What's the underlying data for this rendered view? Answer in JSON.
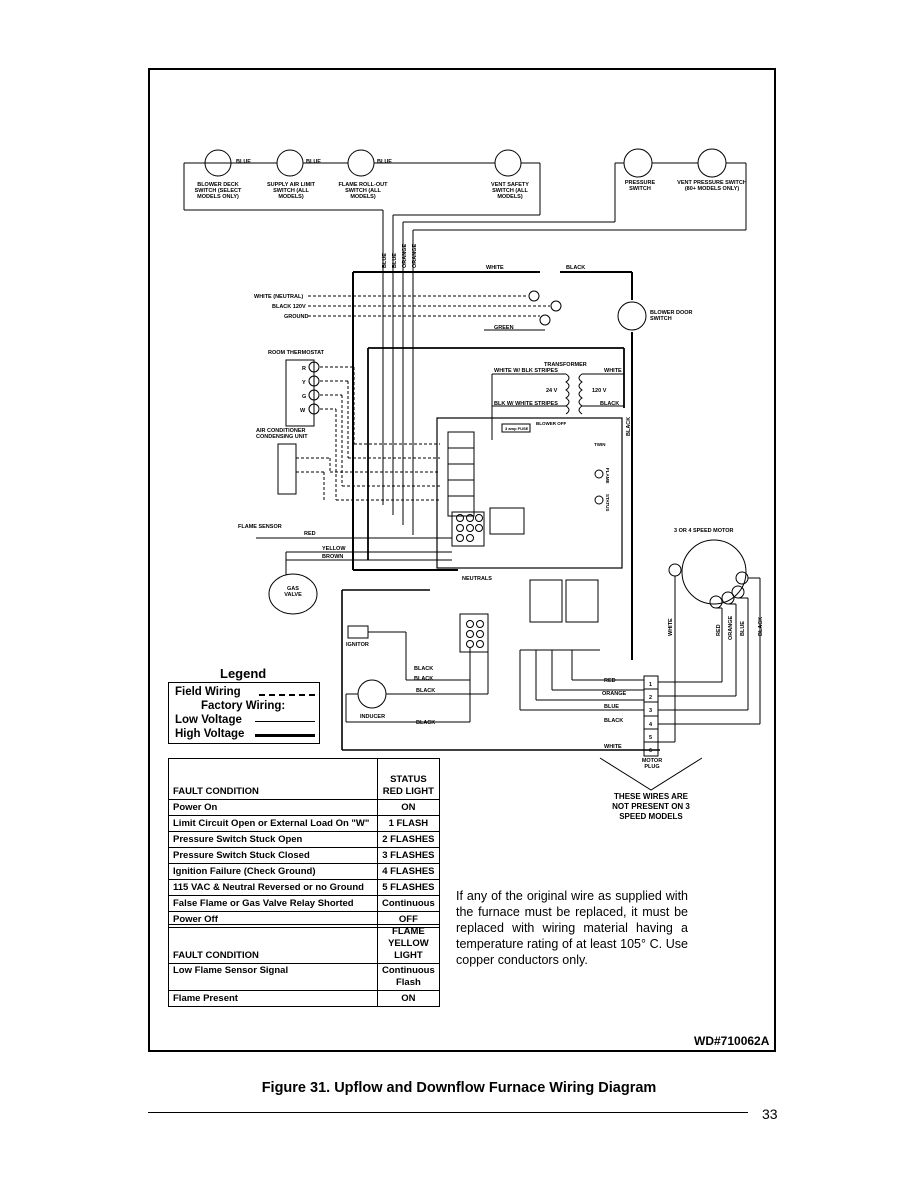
{
  "switches": {
    "blower_deck": "BLOWER DECK SWITCH (SELECT MODELS ONLY)",
    "supply_air": "SUPPLY AIR LIMIT SWITCH (ALL MODELS)",
    "flame_rollout": "FLAME ROLL-OUT SWITCH (ALL MODELS)",
    "vent_safety": "VENT SAFETY SWITCH (ALL MODELS)",
    "pressure": "PRESSURE SWITCH",
    "vent_pressure": "VENT PRESSURE SWITCH (80+ MODELS ONLY)",
    "blower_door": "BLOWER DOOR SWITCH"
  },
  "wire_labels": {
    "blue": "BLUE",
    "orange": "ORANGE",
    "white": "WHITE",
    "black": "BLACK",
    "green": "GREEN",
    "red": "RED",
    "yellow": "YELLOW",
    "brown": "BROWN",
    "white_neutral": "WHITE (NEUTRAL)",
    "black_120v": "BLACK 120V",
    "ground": "GROUND",
    "white_blk_stripes": "WHITE W/ BLK STRIPES",
    "blk_white_stripes": "BLK W/ WHITE STRIPES"
  },
  "components": {
    "room_thermostat": "ROOM THERMOSTAT",
    "thermostat_terminals": [
      "R",
      "Y",
      "G",
      "W"
    ],
    "ac_unit": "AIR CONDITIONER CONDENSING UNIT",
    "transformer": "TRANSFORMER",
    "v24": "24 V",
    "v120": "120 V",
    "flame_sensor": "FLAME SENSOR",
    "gas_valve": "GAS VALVE",
    "ignitor": "IGNITOR",
    "inducer": "INDUCER",
    "motor": "3 OR 4 SPEED MOTOR",
    "motor_plug": "MOTOR PLUG",
    "neutrals": "NEUTRALS",
    "twin": "TWIN",
    "flame": "FLAME",
    "status": "STATUS",
    "blower_off": "BLOWER OFF",
    "fuse": "3 amp FUSE"
  },
  "motor_plug_pins": [
    "1",
    "2",
    "3",
    "4",
    "5",
    "6"
  ],
  "motor_plug_wires": [
    "RED",
    "ORANGE",
    "BLUE",
    "BLACK",
    "",
    "WHITE"
  ],
  "not_present_note": "THESE WIRES ARE NOT PRESENT ON 3 SPEED MODELS",
  "legend": {
    "title": "Legend",
    "field": "Field Wiring",
    "factory": "Factory Wiring:",
    "low": "Low Voltage",
    "high": "High Voltage"
  },
  "status_table": {
    "col1": "FAULT CONDITION",
    "col2": "STATUS RED LIGHT",
    "rows": [
      {
        "condition": "Power On",
        "light": "ON"
      },
      {
        "condition": "Limit Circuit Open or External Load On \"W\"",
        "light": "1 FLASH"
      },
      {
        "condition": "Pressure Switch Stuck Open",
        "light": "2 FLASHES"
      },
      {
        "condition": "Pressure Switch Stuck Closed",
        "light": "3 FLASHES"
      },
      {
        "condition": "Ignition Failure (Check Ground)",
        "light": "4 FLASHES"
      },
      {
        "condition": "115 VAC & Neutral Reversed or no Ground",
        "light": "5 FLASHES"
      },
      {
        "condition": "False Flame or Gas Valve Relay Shorted",
        "light": "Continuous"
      },
      {
        "condition": "Power Off",
        "light": "OFF"
      }
    ]
  },
  "flame_table": {
    "col1": "FAULT CONDITION",
    "col2": "FLAME YELLOW LIGHT",
    "rows": [
      {
        "condition": "Low Flame Sensor Signal",
        "light": "Continuous Flash"
      },
      {
        "condition": "Flame Present",
        "light": "ON"
      }
    ]
  },
  "note": "If any of the original wire as supplied with the furnace must be replaced, it must be replaced with wiring material having a temperature rating of at least 105° C. Use copper conductors only.",
  "drawing_number": "WD#710062A",
  "caption": "Figure 31. Upflow and Downflow Furnace Wiring Diagram",
  "page_number": "33"
}
